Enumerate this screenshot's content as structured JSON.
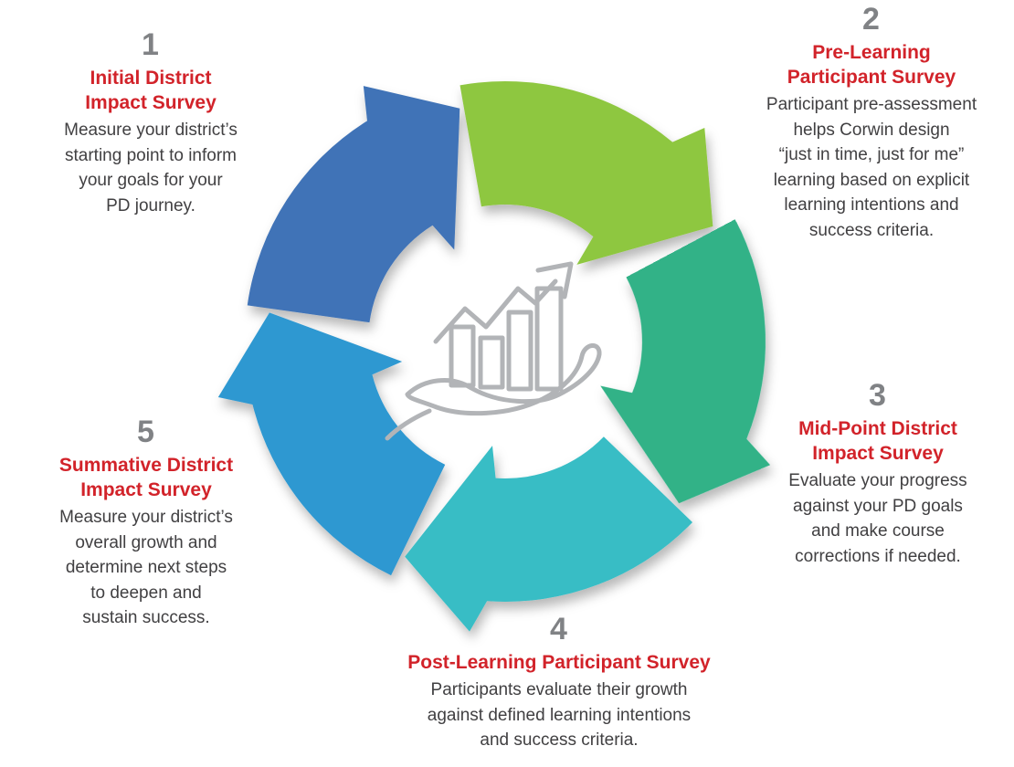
{
  "page": {
    "background": "#ffffff"
  },
  "colors": {
    "step_number_gray": "#808285",
    "step_title_red": "#d2232a",
    "step_body_text": "#414042",
    "icon_gray": "#b2b4b7"
  },
  "center_icon": {
    "name": "growth-chart-in-hand",
    "color": "#b2b4b7"
  },
  "steps": [
    {
      "number": "1",
      "title": "Initial District\nImpact Survey",
      "description": "Measure your district’s\nstarting point to inform\nyour goals for your\nPD journey.",
      "arrow_color": "#3f73b7"
    },
    {
      "number": "2",
      "title": "Pre-Learning\nParticipant Survey",
      "description": "Participant pre-assessment\nhelps Corwin design\n“just in time, just for me”\nlearning based on explicit\nlearning intentions and\nsuccess criteria.",
      "arrow_color": "#8ec73f"
    },
    {
      "number": "3",
      "title": "Mid-Point District\nImpact Survey",
      "description": "Evaluate your progress\nagainst your PD goals\nand make course\ncorrections if needed.",
      "arrow_color": "#31b287"
    },
    {
      "number": "4",
      "title": "Post-Learning Participant Survey",
      "description": "Participants evaluate their growth\nagainst defined learning intentions\nand success criteria.",
      "arrow_color": "#39bdc5"
    },
    {
      "number": "5",
      "title": "Summative District\nImpact Survey",
      "description": "Measure your district’s\noverall growth and\ndetermine next steps\nto deepen and\nsustain success.",
      "arrow_color": "#2f98d1"
    }
  ]
}
